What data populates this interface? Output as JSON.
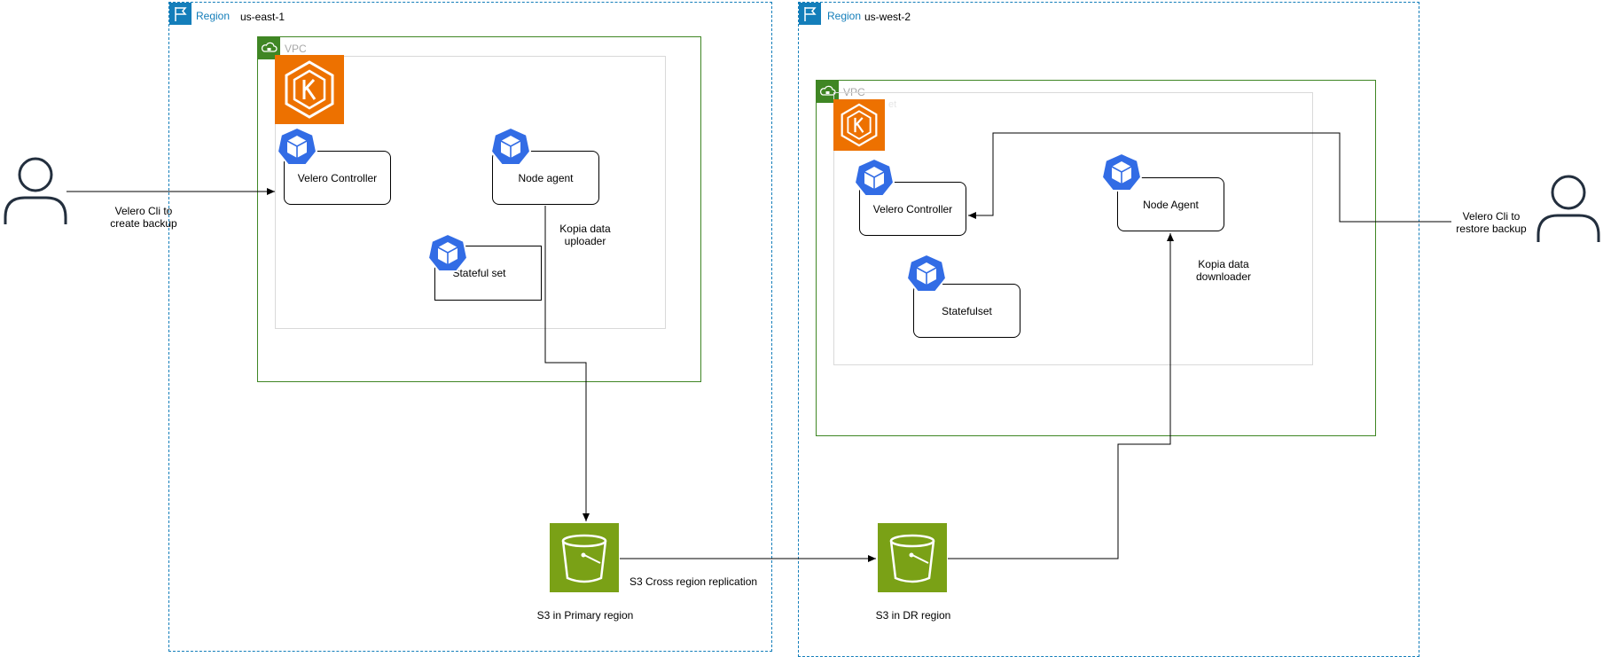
{
  "regions": {
    "east": {
      "label": "Region",
      "name": "us-east-1"
    },
    "west": {
      "label": "Region",
      "name": "us-west-2"
    }
  },
  "vpcs": {
    "east": {
      "label": "VPC"
    },
    "west": {
      "label": "VPC",
      "subnet_ghost": "et"
    }
  },
  "primary": {
    "velero_controller": "Velero Controller",
    "node_agent": "Node agent",
    "stateful_set": "Stateful set",
    "kopia_line1": "Kopia data",
    "kopia_line2": "uploader",
    "s3_label": "S3 in Primary region"
  },
  "dr": {
    "velero_controller": "Velero Controller",
    "node_agent": "Node Agent",
    "stateful_set": "Statefulset",
    "kopia_line1": "Kopia data",
    "kopia_line2": "downloader",
    "s3_label": "S3 in DR region"
  },
  "users": {
    "left_line1": "Velero Cli to",
    "left_line2": "create backup",
    "right_line1": "Velero Cli to",
    "right_line2": "restore backup"
  },
  "replication_label": "S3 Cross region replication",
  "colors": {
    "region": "#147eba",
    "vpc": "#3f8624",
    "eks": "#ed7100",
    "s3": "#7aa116",
    "k8s": "#326ce5"
  },
  "icons": {
    "region": "flag-icon",
    "vpc": "cloud-lock-icon",
    "eks": "kubernetes-k-icon",
    "pod": "kubernetes-cube-icon",
    "s3": "bucket-icon",
    "user": "user-icon"
  }
}
